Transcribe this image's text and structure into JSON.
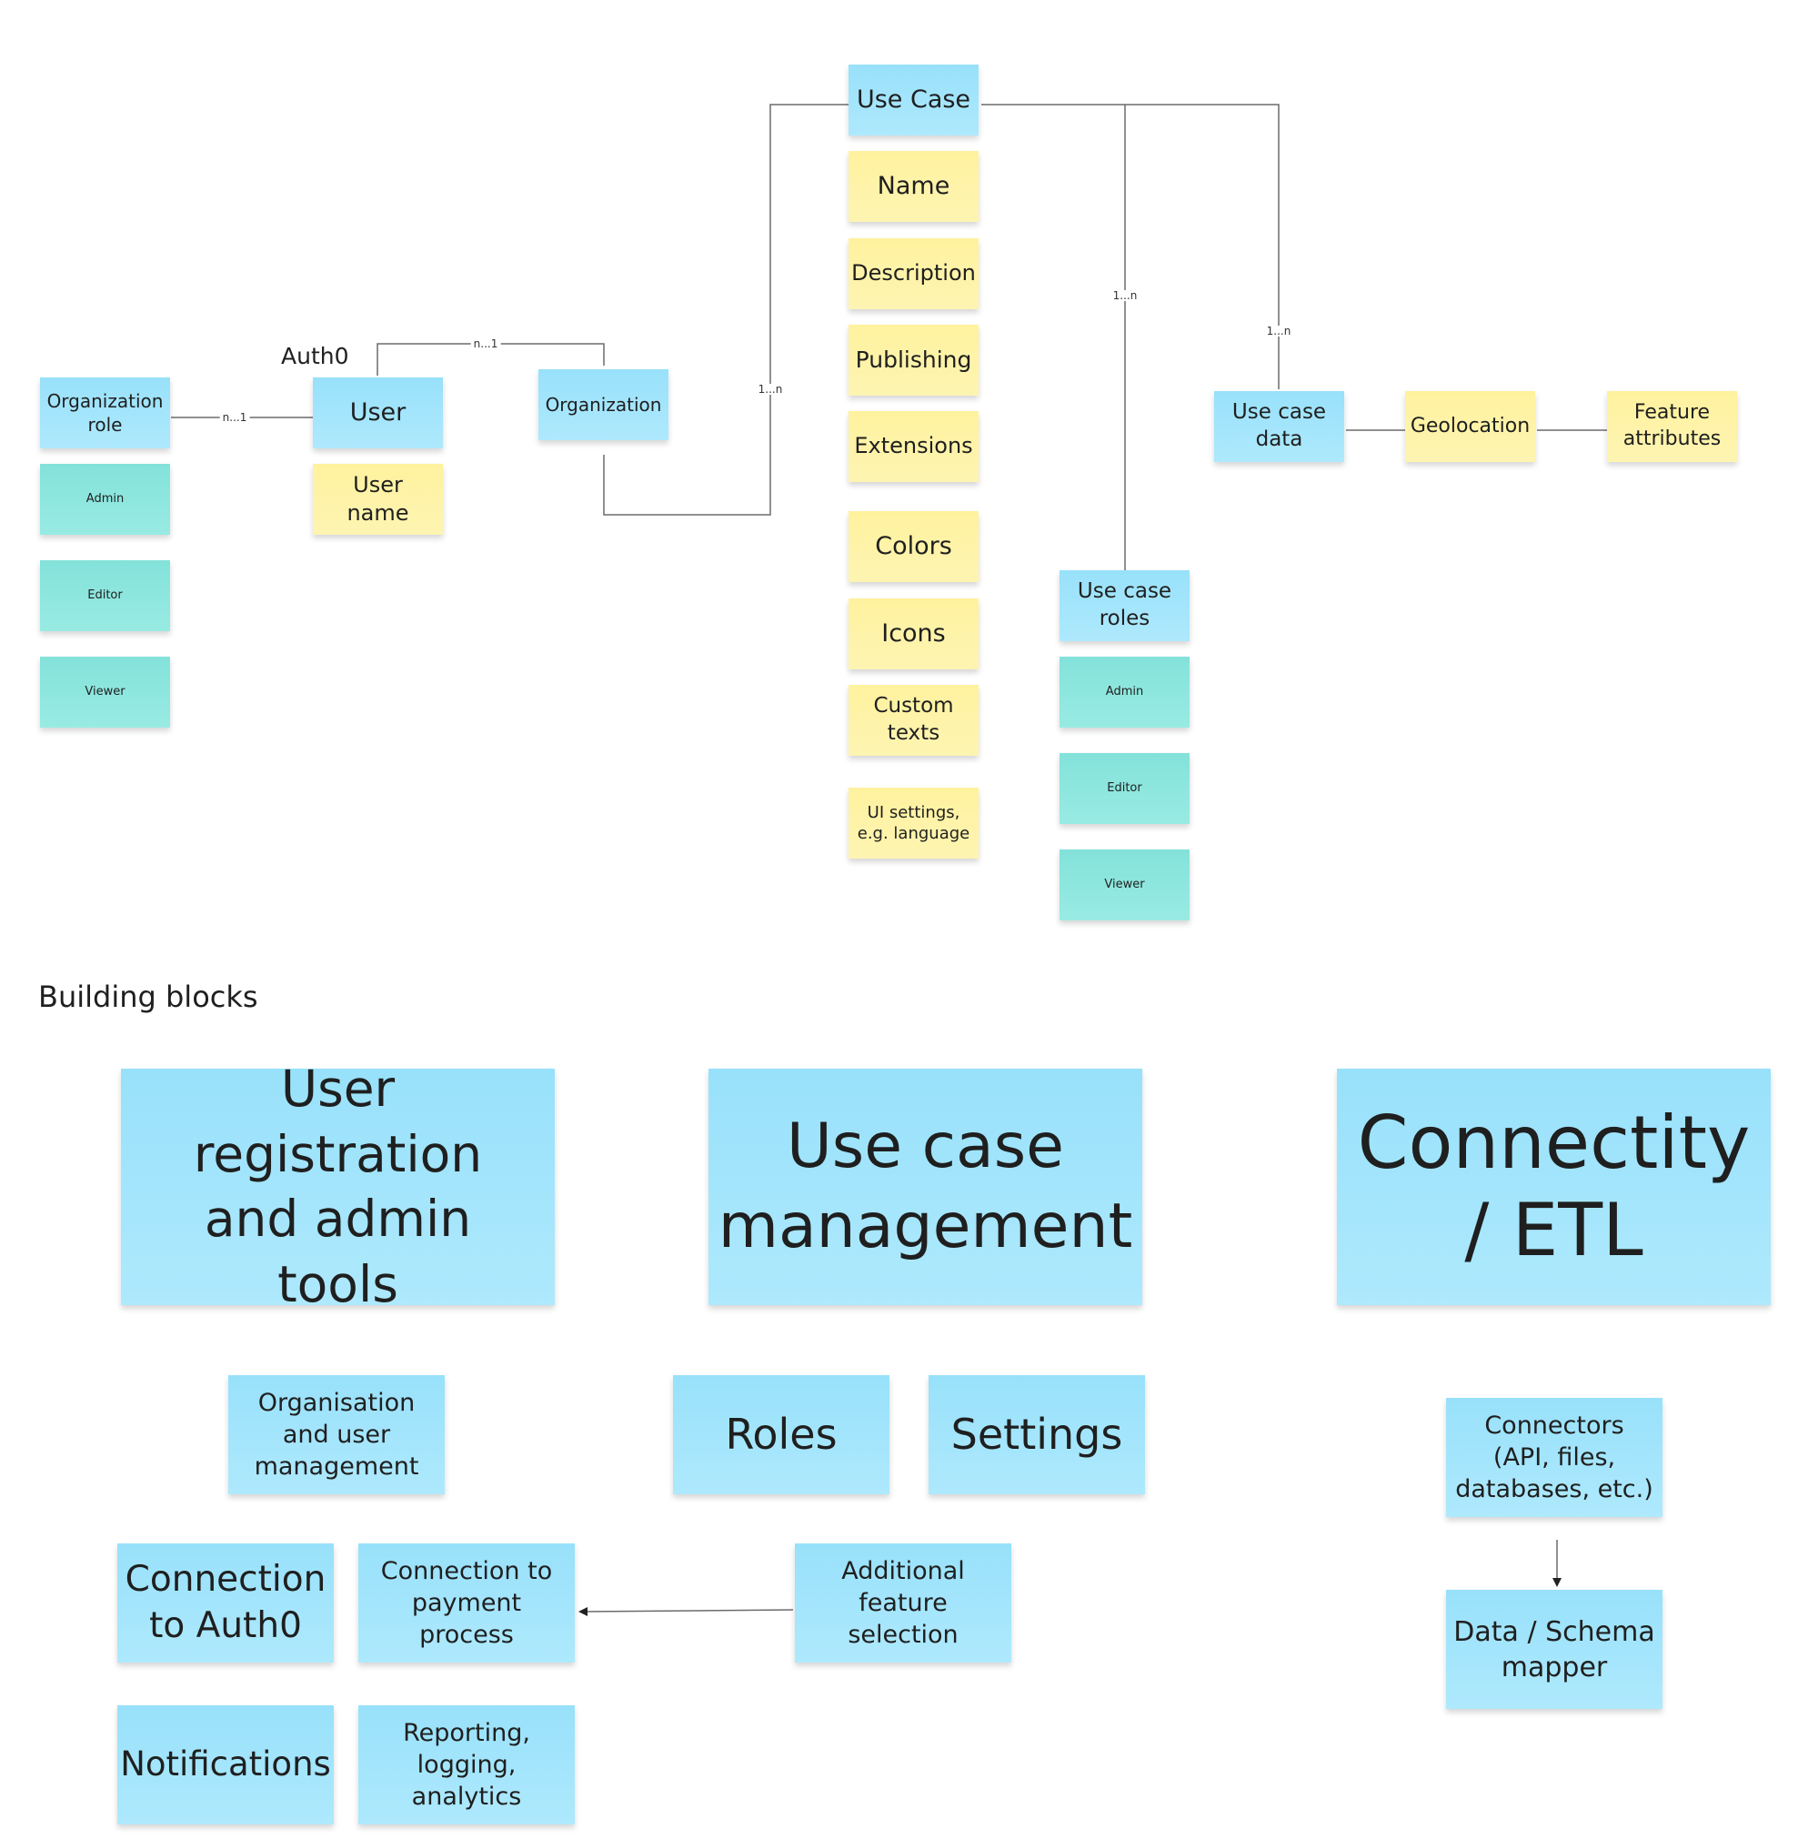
{
  "diagram": {
    "heading_auth0": "Auth0",
    "heading_building_blocks": "Building blocks",
    "data_model": {
      "organization_role": "Organization role",
      "role_admin": "Admin",
      "role_editor": "Editor",
      "role_viewer": "Viewer",
      "user": "User",
      "user_name": "User name",
      "organization": "Organization",
      "use_case": "Use Case",
      "name": "Name",
      "description": "Description",
      "publishing": "Publishing",
      "extensions": "Extensions",
      "colors": "Colors",
      "icons": "Icons",
      "custom_texts": "Custom texts",
      "ui_settings": "UI settings, e.g. language",
      "use_case_roles": "Use case roles",
      "uc_role_admin": "Admin",
      "uc_role_editor": "Editor",
      "uc_role_viewer": "Viewer",
      "use_case_data": "Use case data",
      "geolocation": "Geolocation",
      "feature_attributes": "Feature attributes"
    },
    "cardinality": {
      "role_user": "n...1",
      "user_org": "n...1",
      "org_usecase": "1...n",
      "usecase_roles": "1...n",
      "usecase_data": "1...n"
    },
    "building_blocks": {
      "user_registration": "User registration and admin tools",
      "use_case_management": "Use case management",
      "connectivity": "Connectity / ETL",
      "org_user_mgmt": "Organisation and user management",
      "roles": "Roles",
      "settings": "Settings",
      "connection_auth0": "Connection to Auth0",
      "connection_payment": "Connection to payment process",
      "additional_feature": "Additional feature selection",
      "notifications": "Notifications",
      "reporting": "Reporting, logging, analytics",
      "connectors": "Connectors (API, files, databases, etc.)",
      "schema_mapper": "Data  / Schema mapper"
    }
  }
}
